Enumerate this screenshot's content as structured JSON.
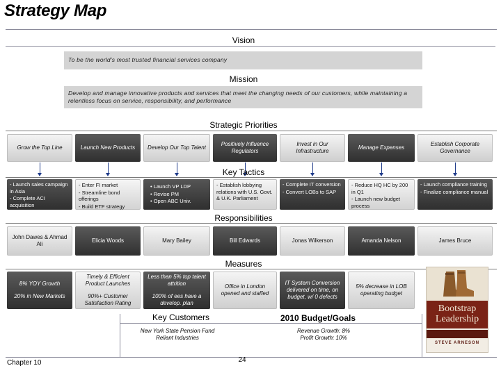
{
  "title": "Strategy Map",
  "vision": {
    "label": "Vision",
    "text": "To be the world’s most trusted financial services company"
  },
  "mission": {
    "label": "Mission",
    "text": "Develop and manage innovative products and services that meet the changing needs of our customers, while maintaining a relentless focus on service, responsibility, and performance"
  },
  "sections": {
    "priorities": "Strategic Priorities",
    "tactics": "Key Tactics",
    "responsibilities": "Responsibilities",
    "measures": "Measures",
    "customers": "Key Customers",
    "budget": "2010 Budget/Goals"
  },
  "priorities": [
    "Grow the Top Line",
    "Launch New Products",
    "Develop Our Top Talent",
    "Positively Influence Regulators",
    "Invest in Our Infrastructure",
    "Manage Expenses",
    "Establish Corporate Governance"
  ],
  "tactics": [
    [
      "- Launch sales campaign in Asia",
      "- Complete ACI acquisition"
    ],
    [
      "- Enter FI market",
      "- Streamline bond offerings",
      "- Build ETF strategy"
    ],
    [
      "• Launch VP LDP",
      "• Revise PM",
      "• Open ABC Univ."
    ],
    [
      "- Establish lobbying relations with U.S. Govt. & U.K. Parliament"
    ],
    [
      "- Complete IT conversion",
      "- Convert LOBs to SAP"
    ],
    [
      "- Reduce HQ HC by 200 in Q1",
      "- Launch new budget process"
    ],
    [
      "- Launch compliance training",
      "- Finalize compliance manual"
    ]
  ],
  "responsibilities": [
    "John Dawes & Ahmad Ali",
    "Elicia Woods",
    "Mary Bailey",
    "Bill Edwards",
    "Jonas Wilkerson",
    "Amanda Nelson",
    "James Bruce"
  ],
  "measures": [
    [
      "8% YOY Growth",
      "20% in New Markets"
    ],
    [
      "Timely & Efficient Product Launches",
      "90%+ Customer Satisfaction Rating"
    ],
    [
      "Less than 5% top talent attrition",
      "100% of ees have a develop. plan"
    ],
    [
      "Office in London opened and staffed"
    ],
    [
      "IT System Conversion delivered on time, on budget, w/ 0 defects"
    ],
    [
      "5% decrease in LOB operating budget"
    ]
  ],
  "customers": [
    "New York State Pension Fund",
    "Reliant Industries"
  ],
  "budget": [
    "Revenue Growth: 8%",
    "Profit Growth: 10%"
  ],
  "book": {
    "title_line1": "Bootstrap",
    "title_line2": "Leadership",
    "author": "STEVE ARNESON"
  },
  "footer": {
    "chapter": "Chapter 10",
    "page": "24"
  },
  "colors": {
    "dark_box": "#3a3a3a",
    "light_box": "#dcdcdc",
    "arrow": "#1f3b8a",
    "band": "#d4d4d4"
  }
}
